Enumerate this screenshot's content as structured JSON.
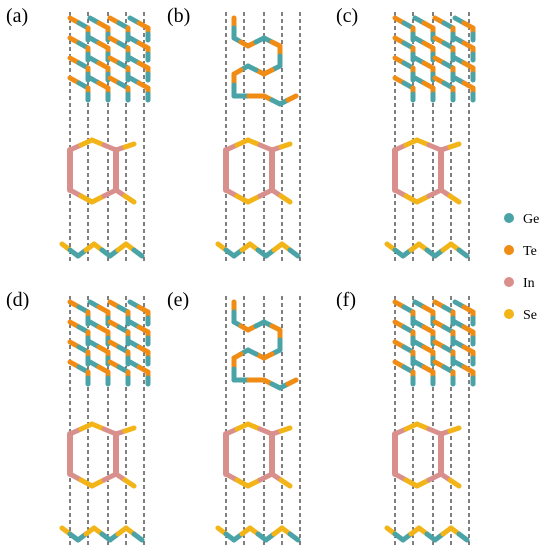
{
  "panels": [
    {
      "label": "(a)"
    },
    {
      "label": "(b)"
    },
    {
      "label": "(c)"
    },
    {
      "label": "(d)"
    },
    {
      "label": "(e)"
    },
    {
      "label": "(f)"
    }
  ],
  "legend": [
    {
      "label": "Ge",
      "color": "#4aa3a6"
    },
    {
      "label": "Te",
      "color": "#f08c14"
    },
    {
      "label": "In",
      "color": "#d9908c"
    },
    {
      "label": "Se",
      "color": "#f2b416"
    }
  ]
}
